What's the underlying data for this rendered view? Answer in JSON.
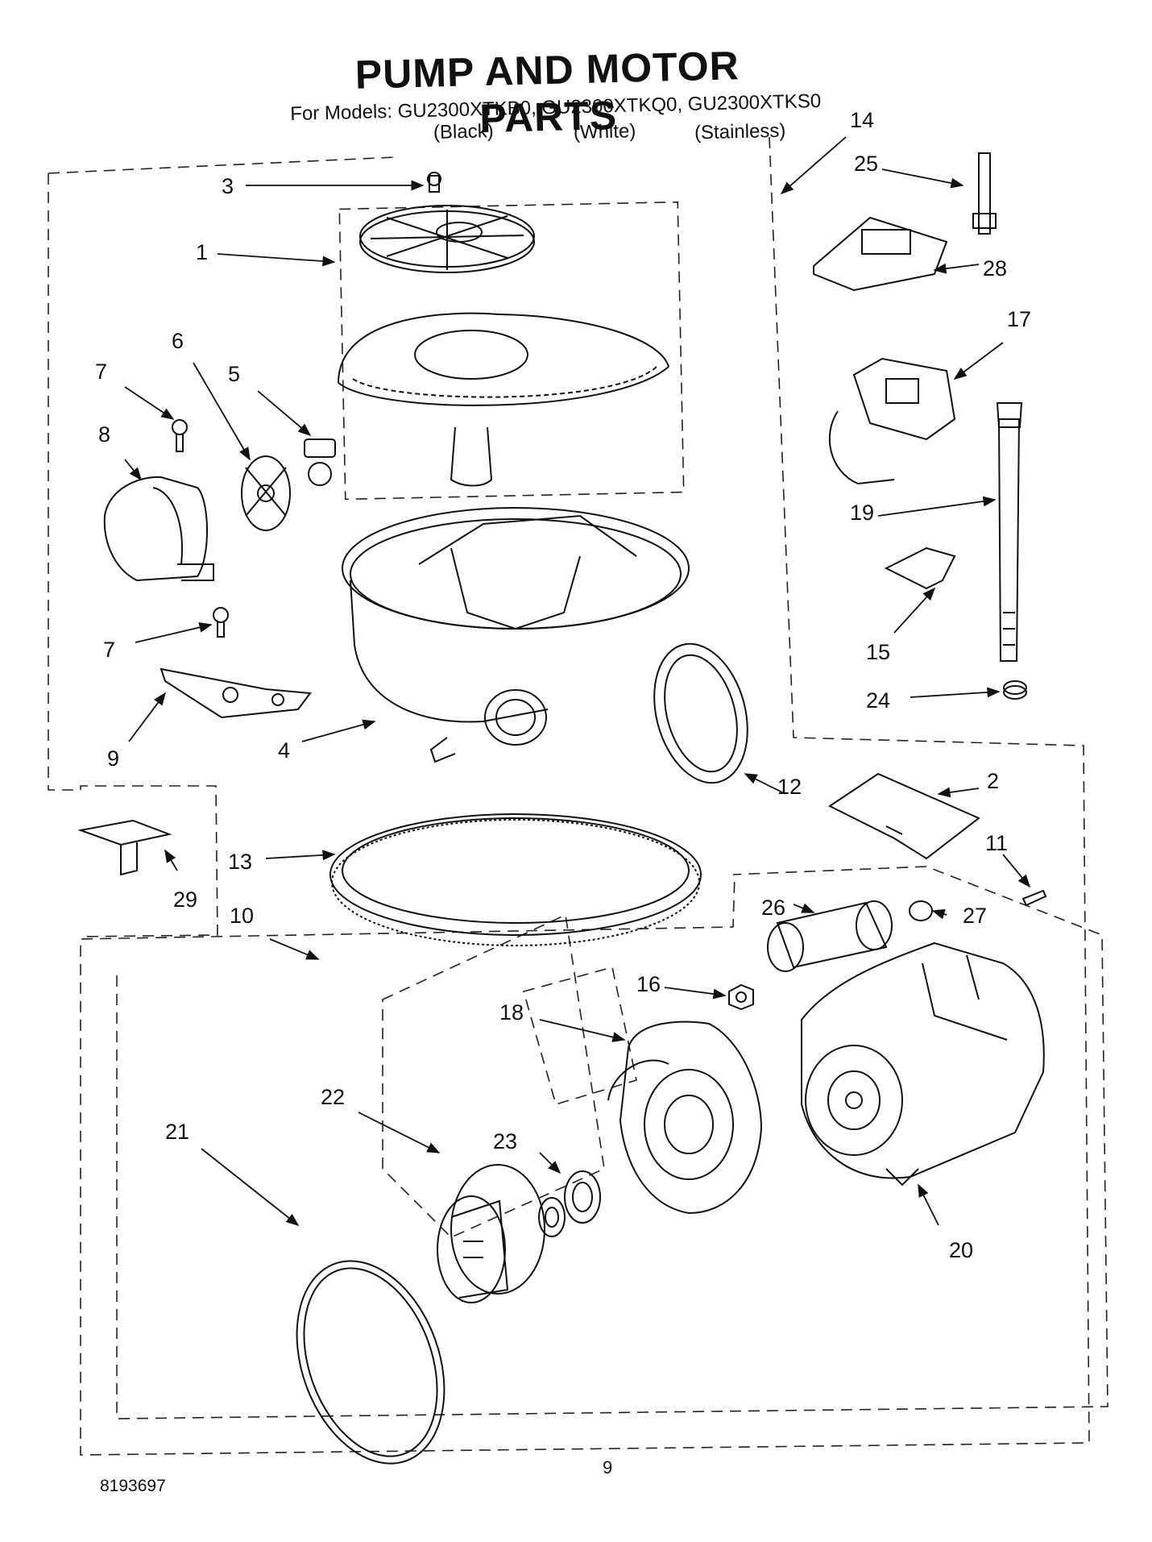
{
  "header": {
    "title": "PUMP AND MOTOR PARTS",
    "models_line": "For Models: GU2300XTKB0, GU2300XTKQ0, GU2300XTKS0",
    "variants": [
      "(Black)",
      "(White)",
      "(Stainless)"
    ]
  },
  "footer": {
    "page_number": "9",
    "document_id": "8193697"
  },
  "callouts": {
    "c1": "1",
    "c2": "2",
    "c3": "3",
    "c4": "4",
    "c5": "5",
    "c6": "6",
    "c7a": "7",
    "c7b": "7",
    "c8": "8",
    "c9": "9",
    "c10": "10",
    "c11": "11",
    "c12": "12",
    "c13": "13",
    "c14": "14",
    "c15": "15",
    "c16": "16",
    "c17": "17",
    "c18": "18",
    "c19": "19",
    "c20": "20",
    "c21": "21",
    "c22": "22",
    "c23": "23",
    "c24": "24",
    "c25": "25",
    "c26": "26",
    "c27": "27",
    "c28": "28",
    "c29": "29"
  },
  "colors": {
    "ink": "#111111",
    "paper": "#ffffff",
    "hatch": "#555555"
  }
}
